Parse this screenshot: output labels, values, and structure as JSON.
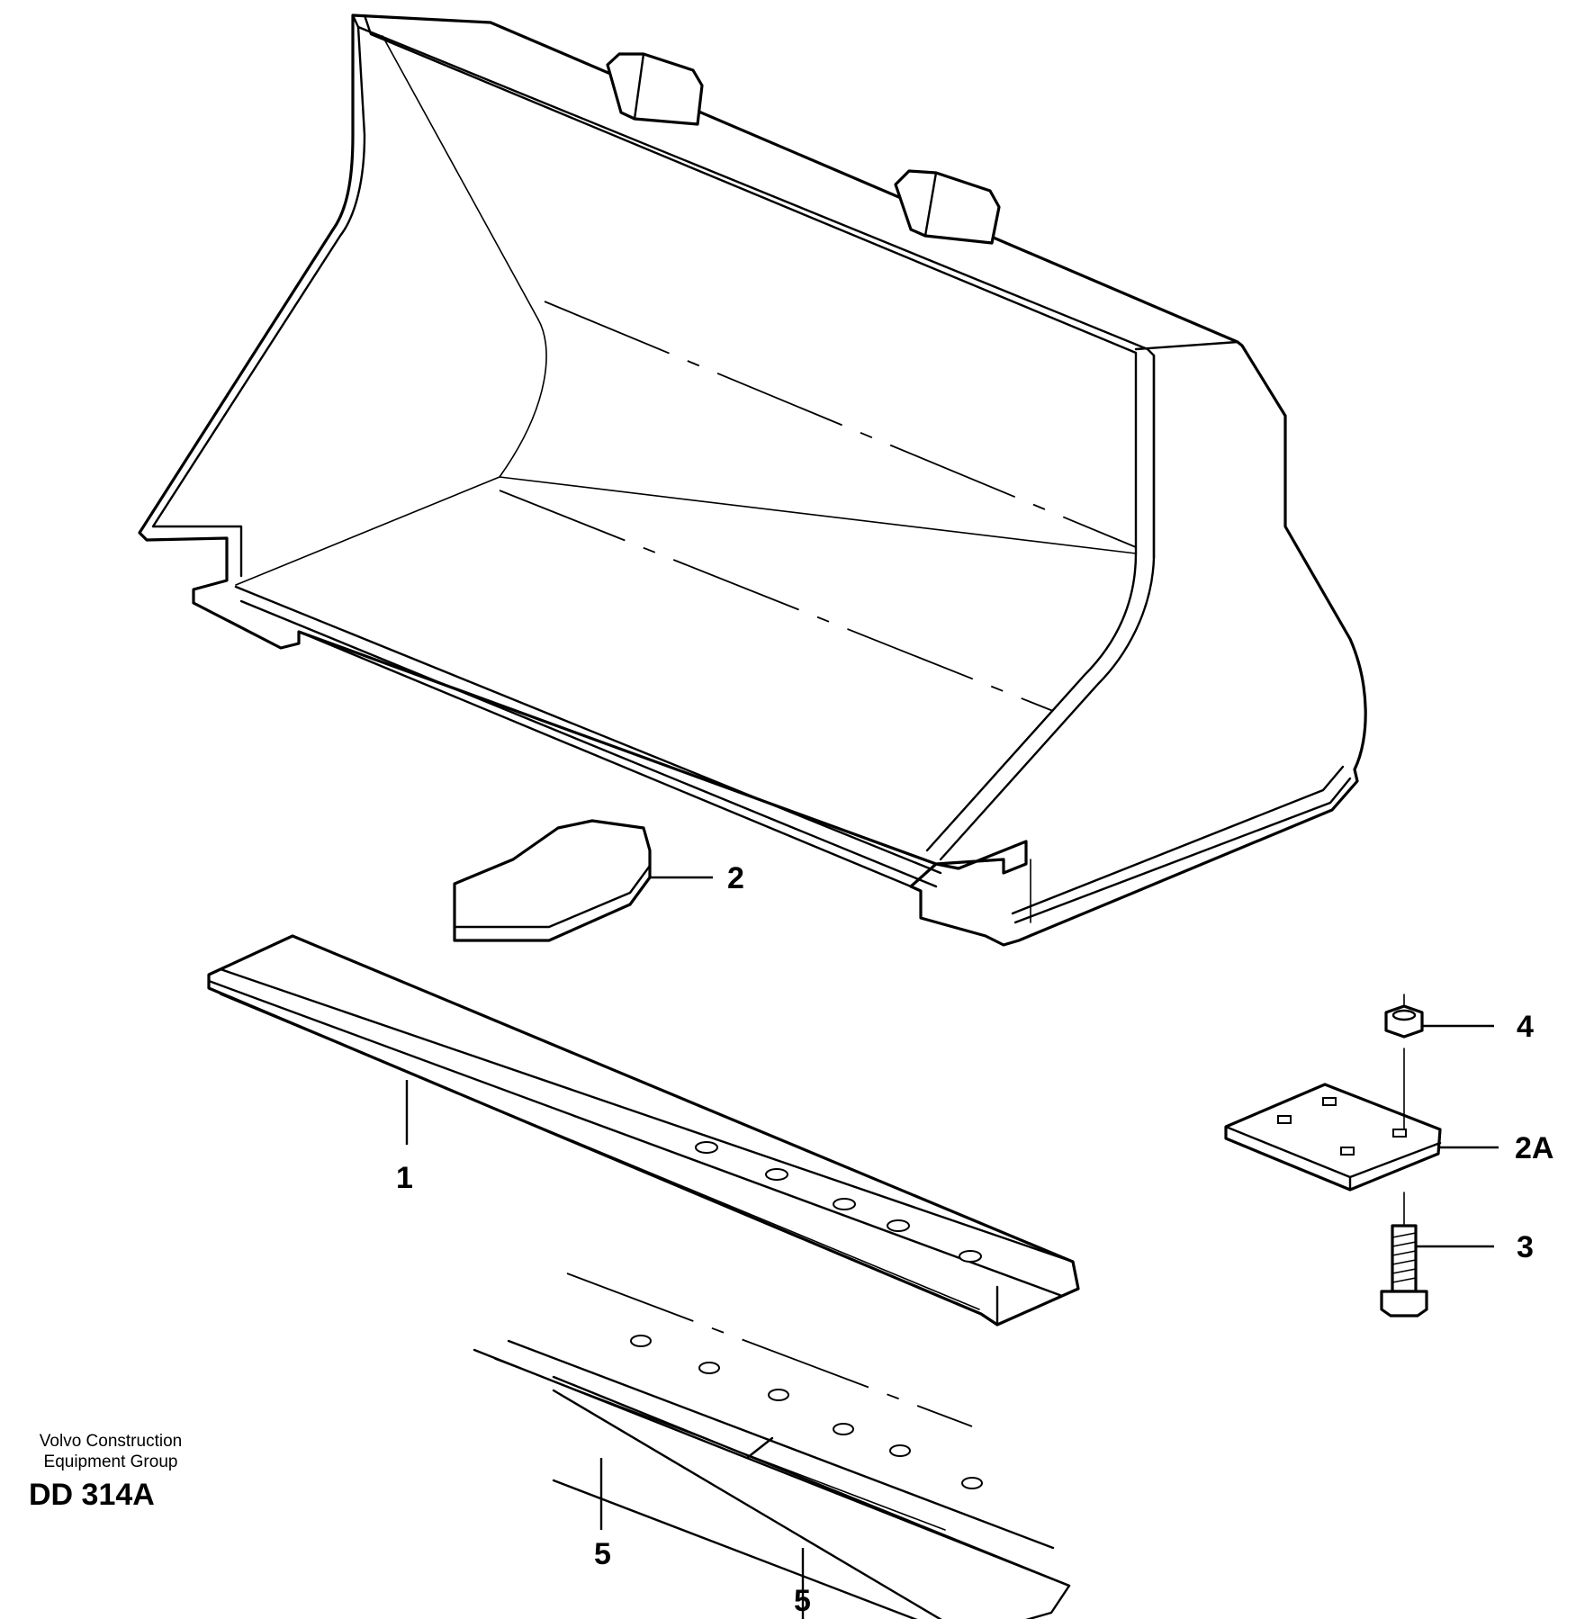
{
  "callouts": {
    "c1": "1",
    "c2": "2",
    "c2a": "2A",
    "c3": "3",
    "c4": "4",
    "c5a": "5",
    "c5b": "5"
  },
  "footer": {
    "line1": "Volvo Construction",
    "line2": "Equipment Group",
    "code": "DD 314A"
  }
}
